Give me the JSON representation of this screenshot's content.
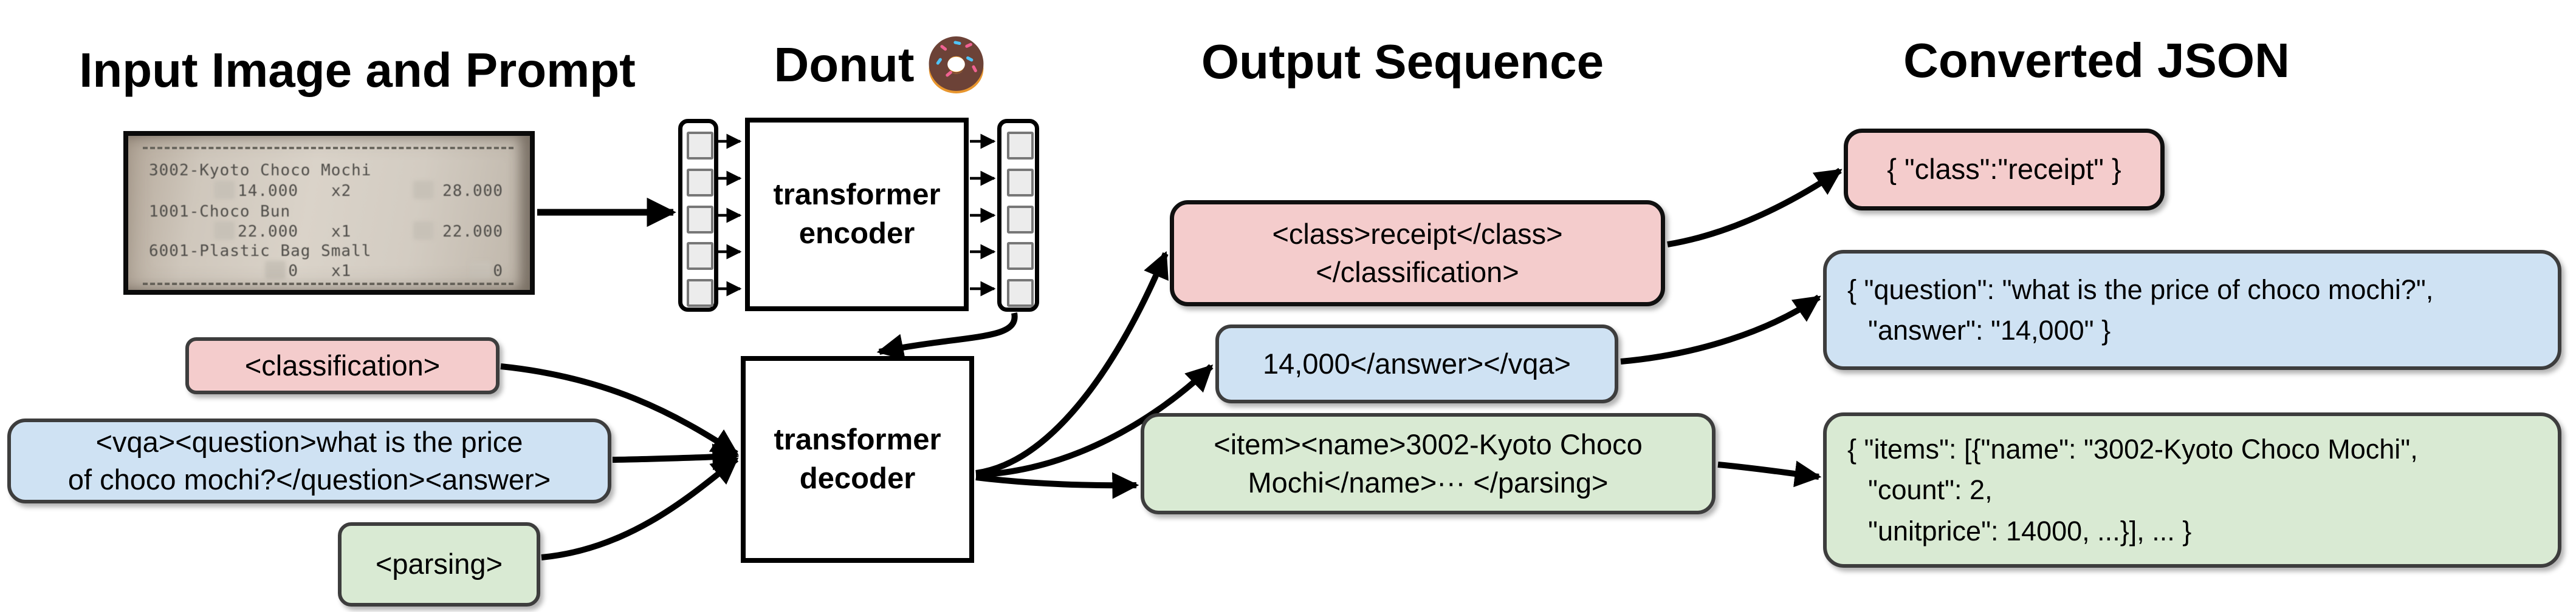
{
  "titles": {
    "input": "Input Image and Prompt",
    "model": "Donut",
    "output": "Output Sequence",
    "json": "Converted JSON"
  },
  "model_icon": "donut-emoji",
  "receipt": {
    "items": [
      {
        "name": "3002-Kyoto Choco Mochi",
        "unit_price": "14.000",
        "qty": "x2",
        "amount": "28.000"
      },
      {
        "name": "1001-Choco Bun",
        "unit_price": "22.000",
        "qty": "x1",
        "amount": "22.000"
      },
      {
        "name": "6001-Plastic Bag Small",
        "unit_price": "0",
        "qty": "x1",
        "amount": "0"
      }
    ]
  },
  "model": {
    "encoder": {
      "lines": [
        "transformer",
        "encoder"
      ]
    },
    "decoder": {
      "lines": [
        "transformer",
        "decoder"
      ]
    },
    "num_patch_tokens": 5
  },
  "prompts": {
    "classification": {
      "text": "<classification>"
    },
    "vqa": {
      "lines": [
        "<vqa><question>what is the price",
        "of choco mochi?</question><answer>"
      ]
    },
    "parsing": {
      "text": "<parsing>"
    }
  },
  "outputs": {
    "classification": {
      "lines": [
        "<class>receipt</class>",
        "</classification>"
      ]
    },
    "vqa": {
      "text": "14,000</answer></vqa>"
    },
    "parsing": {
      "lines": [
        "<item><name>3002-Kyoto Choco",
        "Mochi</name>··· </parsing>"
      ]
    }
  },
  "converted_json": {
    "classification": {
      "text": "{ \"class\":\"receipt\" }"
    },
    "vqa": {
      "lines": [
        "{ \"question\": \"what is the price of choco mochi?\",",
        "\"answer\": \"14,000\" }"
      ]
    },
    "parsing": {
      "lines": [
        "{ \"items\": [{\"name\": \"3002-Kyoto Choco Mochi\",",
        "\"count\": 2,",
        "\"unitprice\": 14000, ...}], ... }"
      ]
    }
  },
  "colors": {
    "pink": "#f4cccc",
    "blue": "#cfe2f3",
    "green": "#d9ead3",
    "box_border_dark": "#101010",
    "box_border_gray": "#3d3d3d"
  }
}
